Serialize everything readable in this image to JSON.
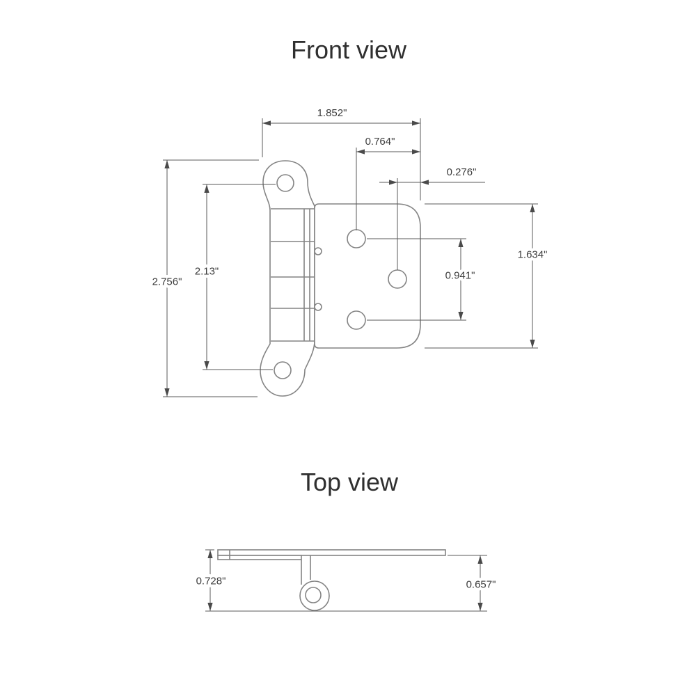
{
  "front_view": {
    "title": "Front view",
    "dims": {
      "total_width": "1.852\"",
      "hole_to_edge": "0.764\"",
      "center_hole_to_edge": "0.276\"",
      "overall_height": "2.756\"",
      "screw_hole_spacing": "2.13\"",
      "hole_column_spacing": "0.941\"",
      "flap_height": "1.634\""
    }
  },
  "top_view": {
    "title": "Top view",
    "dims": {
      "overall_depth": "0.728\"",
      "flap_depth": "0.657\""
    }
  }
}
